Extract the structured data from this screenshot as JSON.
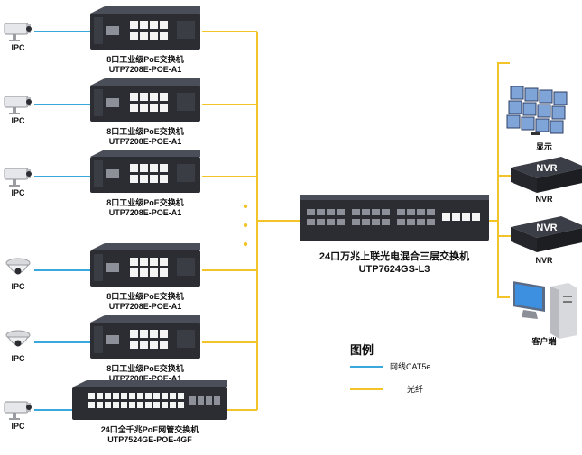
{
  "colors": {
    "copper": "#3aa8dc",
    "fiber": "#f2c42a",
    "device_dark": "#2b2d33",
    "device_top": "#4a4e58",
    "port": "#f4f4f4",
    "sfp": "#8d9098"
  },
  "icons": {
    "bullet_camera": "bullet-camera-icon",
    "dome_camera": "dome-camera-icon",
    "nvr": "nvr-icon",
    "video_wall": "video-wall-icon",
    "pc": "pc-icon"
  },
  "ipc_label": "IPC",
  "switches": [
    {
      "line1": "8口工业级PoE交换机",
      "line2": "UTP7208E-POE-A1",
      "camera": "bullet"
    },
    {
      "line1": "8口工业级PoE交换机",
      "line2": "UTP7208E-POE-A1",
      "camera": "bullet"
    },
    {
      "line1": "8口工业级PoE交换机",
      "line2": "UTP7208E-POE-A1",
      "camera": "bullet"
    },
    {
      "line1": "8口工业级PoE交换机",
      "line2": "UTP7208E-POE-A1",
      "camera": "dome"
    },
    {
      "line1": "8口工业级PoE交换机",
      "line2": "UTP7208E-POE-A1",
      "camera": "dome"
    },
    {
      "line1": "24口全千兆PoE网管交换机",
      "line2": "UTP7524GE-POE-4GF",
      "camera": "bullet"
    }
  ],
  "core": {
    "line1": "24口万兆上联光电混合三层交换机",
    "line2": "UTP7624GS-L3"
  },
  "right_devices": [
    {
      "label": "显示",
      "icon": "video-wall-icon"
    },
    {
      "label": "NVR",
      "icon": "nvr-icon",
      "badge": "NVR"
    },
    {
      "label": "NVR",
      "icon": "nvr-icon",
      "badge": "NVR"
    },
    {
      "label": "客户端",
      "icon": "pc-icon"
    }
  ],
  "legend": {
    "title": "图例",
    "items": [
      {
        "label": "网线CAT5e",
        "type": "copper"
      },
      {
        "label": "光纤",
        "type": "fiber"
      }
    ]
  }
}
